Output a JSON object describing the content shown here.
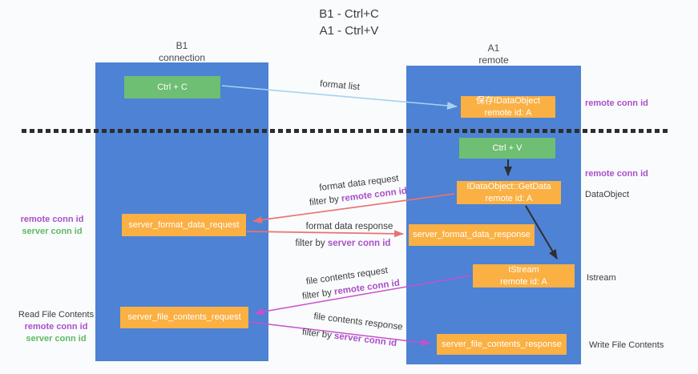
{
  "title": {
    "line1": "B1 - Ctrl+C",
    "line2": "A1 - Ctrl+V"
  },
  "lanes": {
    "left": {
      "header_line1": "B1",
      "header_line2": "connection"
    },
    "right": {
      "header_line1": "A1",
      "header_line2": "remote"
    }
  },
  "boxes": {
    "ctrl_c": "Ctrl + C",
    "save_idataobject_line1": "保存IDataObject",
    "save_idataobject_line2": "remote id: A",
    "ctrl_v": "Ctrl + V",
    "getdata_line1": "IDataObject::GetData",
    "getdata_line2": "remote id: A",
    "format_request": "server_format_data_request",
    "format_response": "server_format_data_response",
    "istream_line1": "IStream",
    "istream_line2": "remote id: A",
    "file_request": "server_file_contents_request",
    "file_response": "server_file_contents_response"
  },
  "flows": {
    "format_list": {
      "label": "format list"
    },
    "format_request": {
      "label": "format data request",
      "filter": "filter by ",
      "key": "remote conn id"
    },
    "format_response": {
      "label": "format data response",
      "filter": "filter by ",
      "key": "server conn id"
    },
    "file_request": {
      "label": "file contents request",
      "filter": "filter by ",
      "key": "remote conn id"
    },
    "file_response": {
      "label": "file contents response",
      "filter": "filter by ",
      "key": "server conn id"
    }
  },
  "side_labels": {
    "right_top_remote_conn_id": "remote conn id",
    "right_mid_remote_conn_id": "remote conn id",
    "dataobject": "DataObject",
    "istream": "Istream",
    "write_file_contents": "Write File Contents",
    "left_remote_conn_id": "remote conn id",
    "left_server_conn_id": "server conn id",
    "read_file_contents": "Read File Contents",
    "left2_remote_conn_id": "remote conn id",
    "left2_server_conn_id": "server conn id"
  },
  "colors": {
    "background": "#fafbfc",
    "lane_blue": "#4d82d4",
    "box_green": "#6ebe73",
    "box_orange": "#fab043",
    "arrow_blue": "#a5d2f0",
    "arrow_black": "#2f2f2f",
    "arrow_red": "#e87373",
    "arrow_magenta": "#c850cd",
    "text_purple": "#aa50c8",
    "text_green": "#5fb964",
    "text_dark": "#3c3c3c",
    "dash_line": "#2d2d2d"
  }
}
